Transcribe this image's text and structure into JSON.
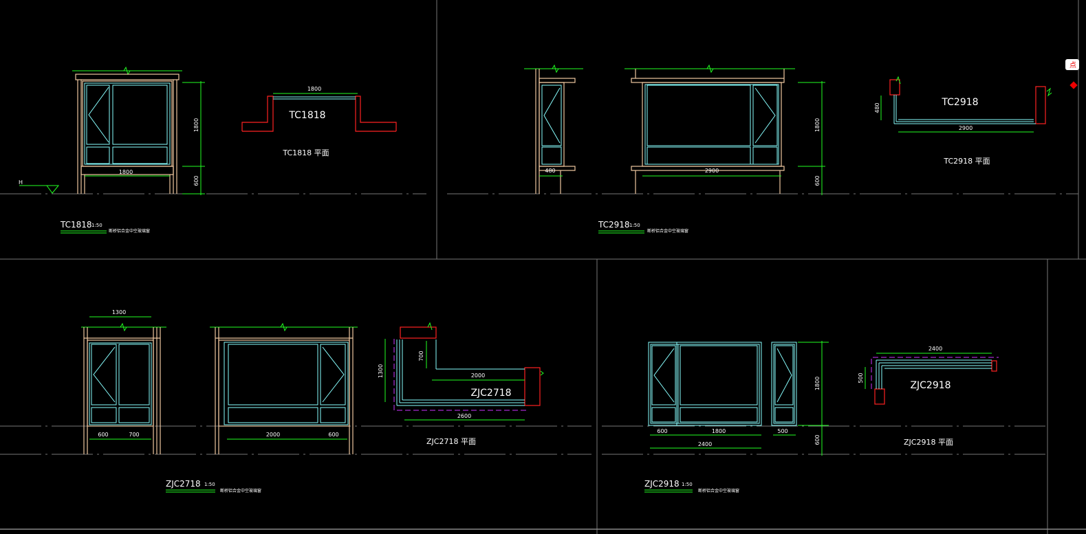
{
  "sheets": {
    "tc1818": {
      "elev_title": "TC1818",
      "scale": "1:50",
      "subtitle": "断桥铝合金中空玻璃窗",
      "dim_height": "1800",
      "dim_sill": "600",
      "dim_width": "1800",
      "level_mark": "H",
      "plan_label": "TC1818",
      "plan_title": "TC1818  平面",
      "plan_dim": "1800"
    },
    "tc2918": {
      "elev_title": "TC2918",
      "scale": "1:50",
      "subtitle": "断桥铝合金中空玻璃窗",
      "dim_side": "480",
      "dim_width": "2900",
      "dim_height": "1800",
      "dim_sill": "600",
      "plan_label": "TC2918",
      "plan_title": "TC2918  平面",
      "plan_dim_side": "480",
      "plan_dim_width": "2900"
    },
    "zjc2718": {
      "elev_title": "ZJC2718",
      "scale": "1:50",
      "subtitle": "断桥铝合金中空玻璃窗",
      "dim_top": "1300",
      "dim_a": "600",
      "dim_b": "700",
      "dim_c": "2000",
      "dim_d": "600",
      "plan_label": "ZJC2718",
      "plan_title": "ZJC2718  平面",
      "plan_dim_side": "1300",
      "plan_dim_inner": "700",
      "plan_dim_mid": "2000",
      "plan_dim_total": "2600"
    },
    "zjc2918": {
      "elev_title": "ZJC2918",
      "scale": "1:50",
      "subtitle": "断桥铝合金中空玻璃窗",
      "dim_a": "600",
      "dim_b": "1800",
      "dim_c": "500",
      "dim_total": "2400",
      "dim_height": "1800",
      "dim_sill": "600",
      "plan_label": "ZJC2918",
      "plan_title": "ZJC2918  平面",
      "plan_dim_top": "2400",
      "plan_dim_side": "500"
    }
  },
  "marker": {
    "text": "点"
  }
}
